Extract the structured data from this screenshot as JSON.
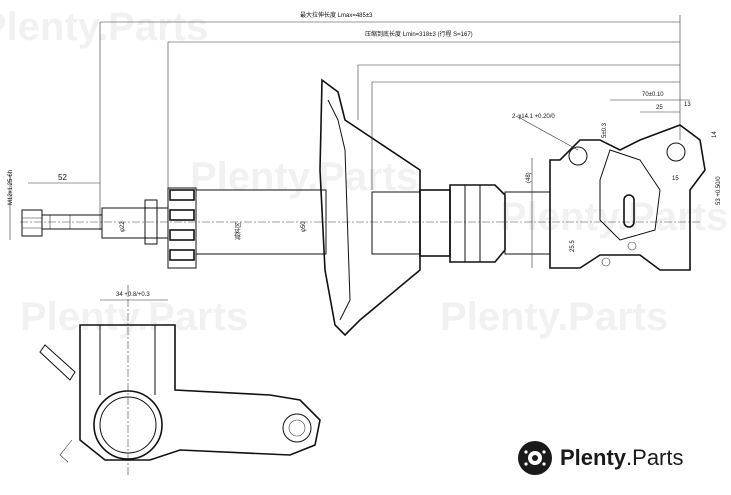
{
  "dimensions": {
    "lmax": "最大拉伸长度 Lmax=485±3",
    "lmin": "压缩到底长度 Lmin=318±3 (行程 S=167)",
    "thread": "M12x1.25-6h",
    "thread_len": "52",
    "rod_dia": "φ22",
    "body_dia": "φ50",
    "coating": "减料区",
    "dim_48": "(48)",
    "dim_70": "70±0.10",
    "dim_25": "25",
    "dim_13": "13",
    "dim_14": "14",
    "dim_hole": "2-φ14.1 +0.20/0",
    "dim_5": "5±0.3",
    "dim_15": "15",
    "dim_53": "53 +0.50/0",
    "dim_255": "25.5",
    "dim_34": "34 +0.8/+0.3"
  },
  "watermark": {
    "text": "Plenty.Parts"
  },
  "brand": {
    "name_bold": "Plenty",
    "name_rest": ".Parts"
  }
}
